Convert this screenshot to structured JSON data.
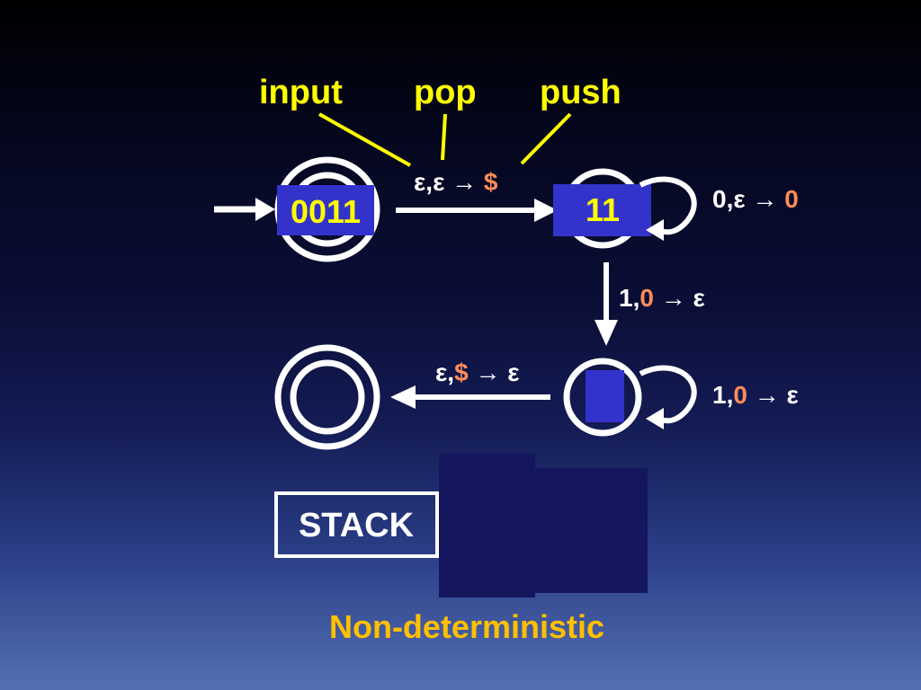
{
  "annotations": {
    "input": "input",
    "pop": "pop",
    "push": "push"
  },
  "transitions": {
    "q0_q1": {
      "prefix": "ε,ε → ",
      "highlight": "$"
    },
    "q1_loop": {
      "prefix": "0,ε → ",
      "highlight": "0"
    },
    "q1_q2": {
      "prefix": "1,",
      "highlight": "0",
      "suffix": " → ε"
    },
    "q2_loop": {
      "prefix": "1,",
      "highlight": "0",
      "suffix": " → ε"
    },
    "q2_q3": {
      "prefix": "ε,",
      "highlight": "$",
      "suffix": " → ε"
    }
  },
  "tapes": {
    "q0": "0011",
    "q1": "11"
  },
  "stack_label": "STACK",
  "footer": "Non-deterministic",
  "colors": {
    "highlight": "#ff8c5a",
    "annotation": "#ffff00",
    "footer": "#ffc000",
    "tape_box": "#3333cc",
    "stack_box": "#14165e"
  }
}
